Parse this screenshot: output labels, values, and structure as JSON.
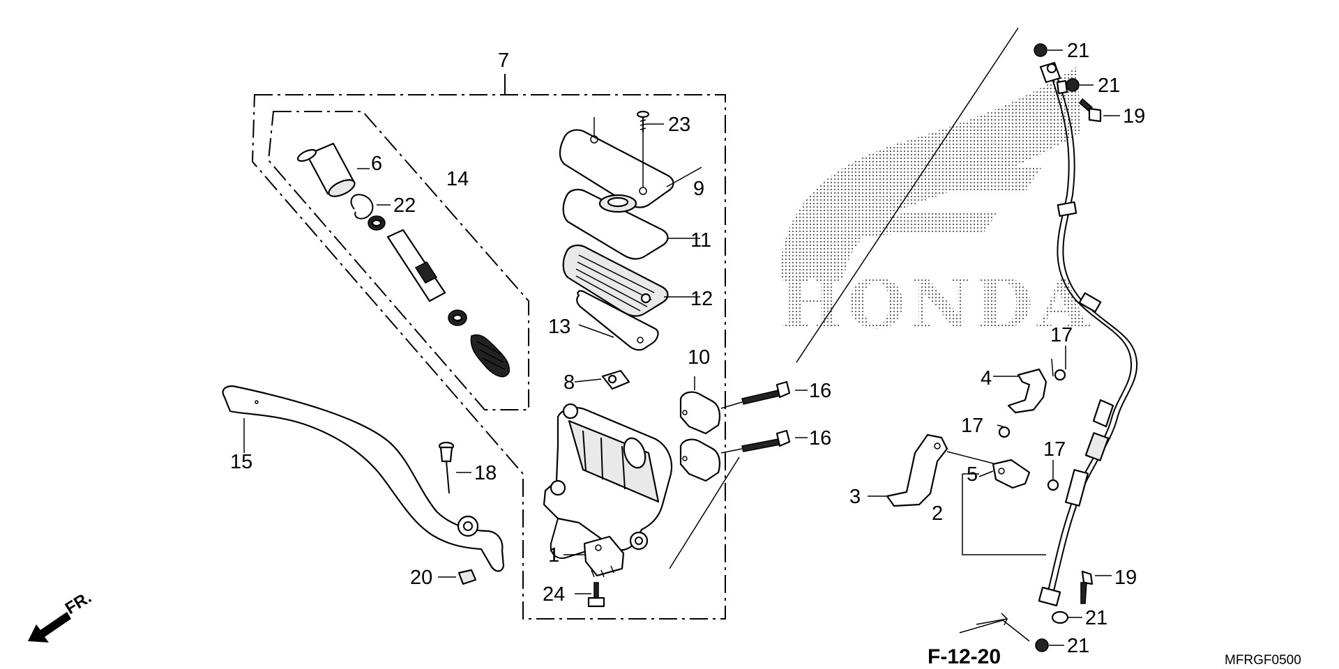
{
  "diagram": {
    "callouts": {
      "c1": "1",
      "c2": "2",
      "c3": "3",
      "c4": "4",
      "c5": "5",
      "c6": "6",
      "c7": "7",
      "c8": "8",
      "c9": "9",
      "c10": "10",
      "c11": "11",
      "c12": "12",
      "c13": "13",
      "c14": "14",
      "c15": "15",
      "c16a": "16",
      "c16b": "16",
      "c17a": "17",
      "c17b": "17",
      "c17c": "17",
      "c18": "18",
      "c19a": "19",
      "c19b": "19",
      "c20": "20",
      "c21a": "21",
      "c21b": "21",
      "c21c": "21",
      "c21d": "21",
      "c22": "22",
      "c23": "23",
      "c24": "24"
    },
    "reference": "F-12-20",
    "diagram_code": "MFRGF0500",
    "direction_label": "FR.",
    "watermark": "HONDA"
  }
}
